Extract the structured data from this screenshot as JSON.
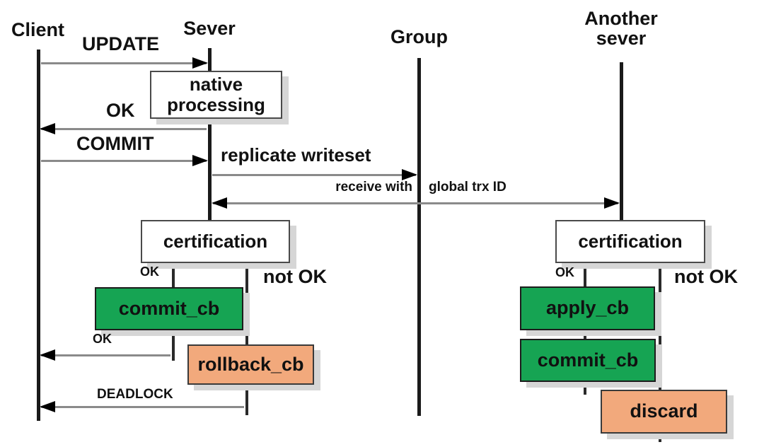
{
  "colors": {
    "green": "#16a453",
    "orange": "#f2a97c",
    "line": "#8a8a8a",
    "lifeline": "#1a1a1a",
    "branch": "#2a2a2a",
    "box_border": "#4a4a4a",
    "shadow": "#d6d6d6"
  },
  "actors": {
    "client": "Client",
    "server": "Sever",
    "group": "Group",
    "another_server": "Another\nsever"
  },
  "messages": {
    "update": "UPDATE",
    "ok_reply": "OK",
    "commit": "COMMIT",
    "replicate_writeset": "replicate writeset",
    "receive_with": "receive with",
    "global_trx_id": "global trx ID",
    "ok_branch_left": "OK",
    "not_ok_left": "not OK",
    "ok_ack": "OK",
    "deadlock": "DEADLOCK",
    "ok_branch_right": "OK",
    "not_ok_right": "not OK"
  },
  "boxes": {
    "native_processing": "native\nprocessing",
    "certification_left": "certification",
    "certification_right": "certification",
    "commit_cb_left": "commit_cb",
    "rollback_cb": "rollback_cb",
    "apply_cb": "apply_cb",
    "commit_cb_right": "commit_cb",
    "discard": "discard"
  }
}
